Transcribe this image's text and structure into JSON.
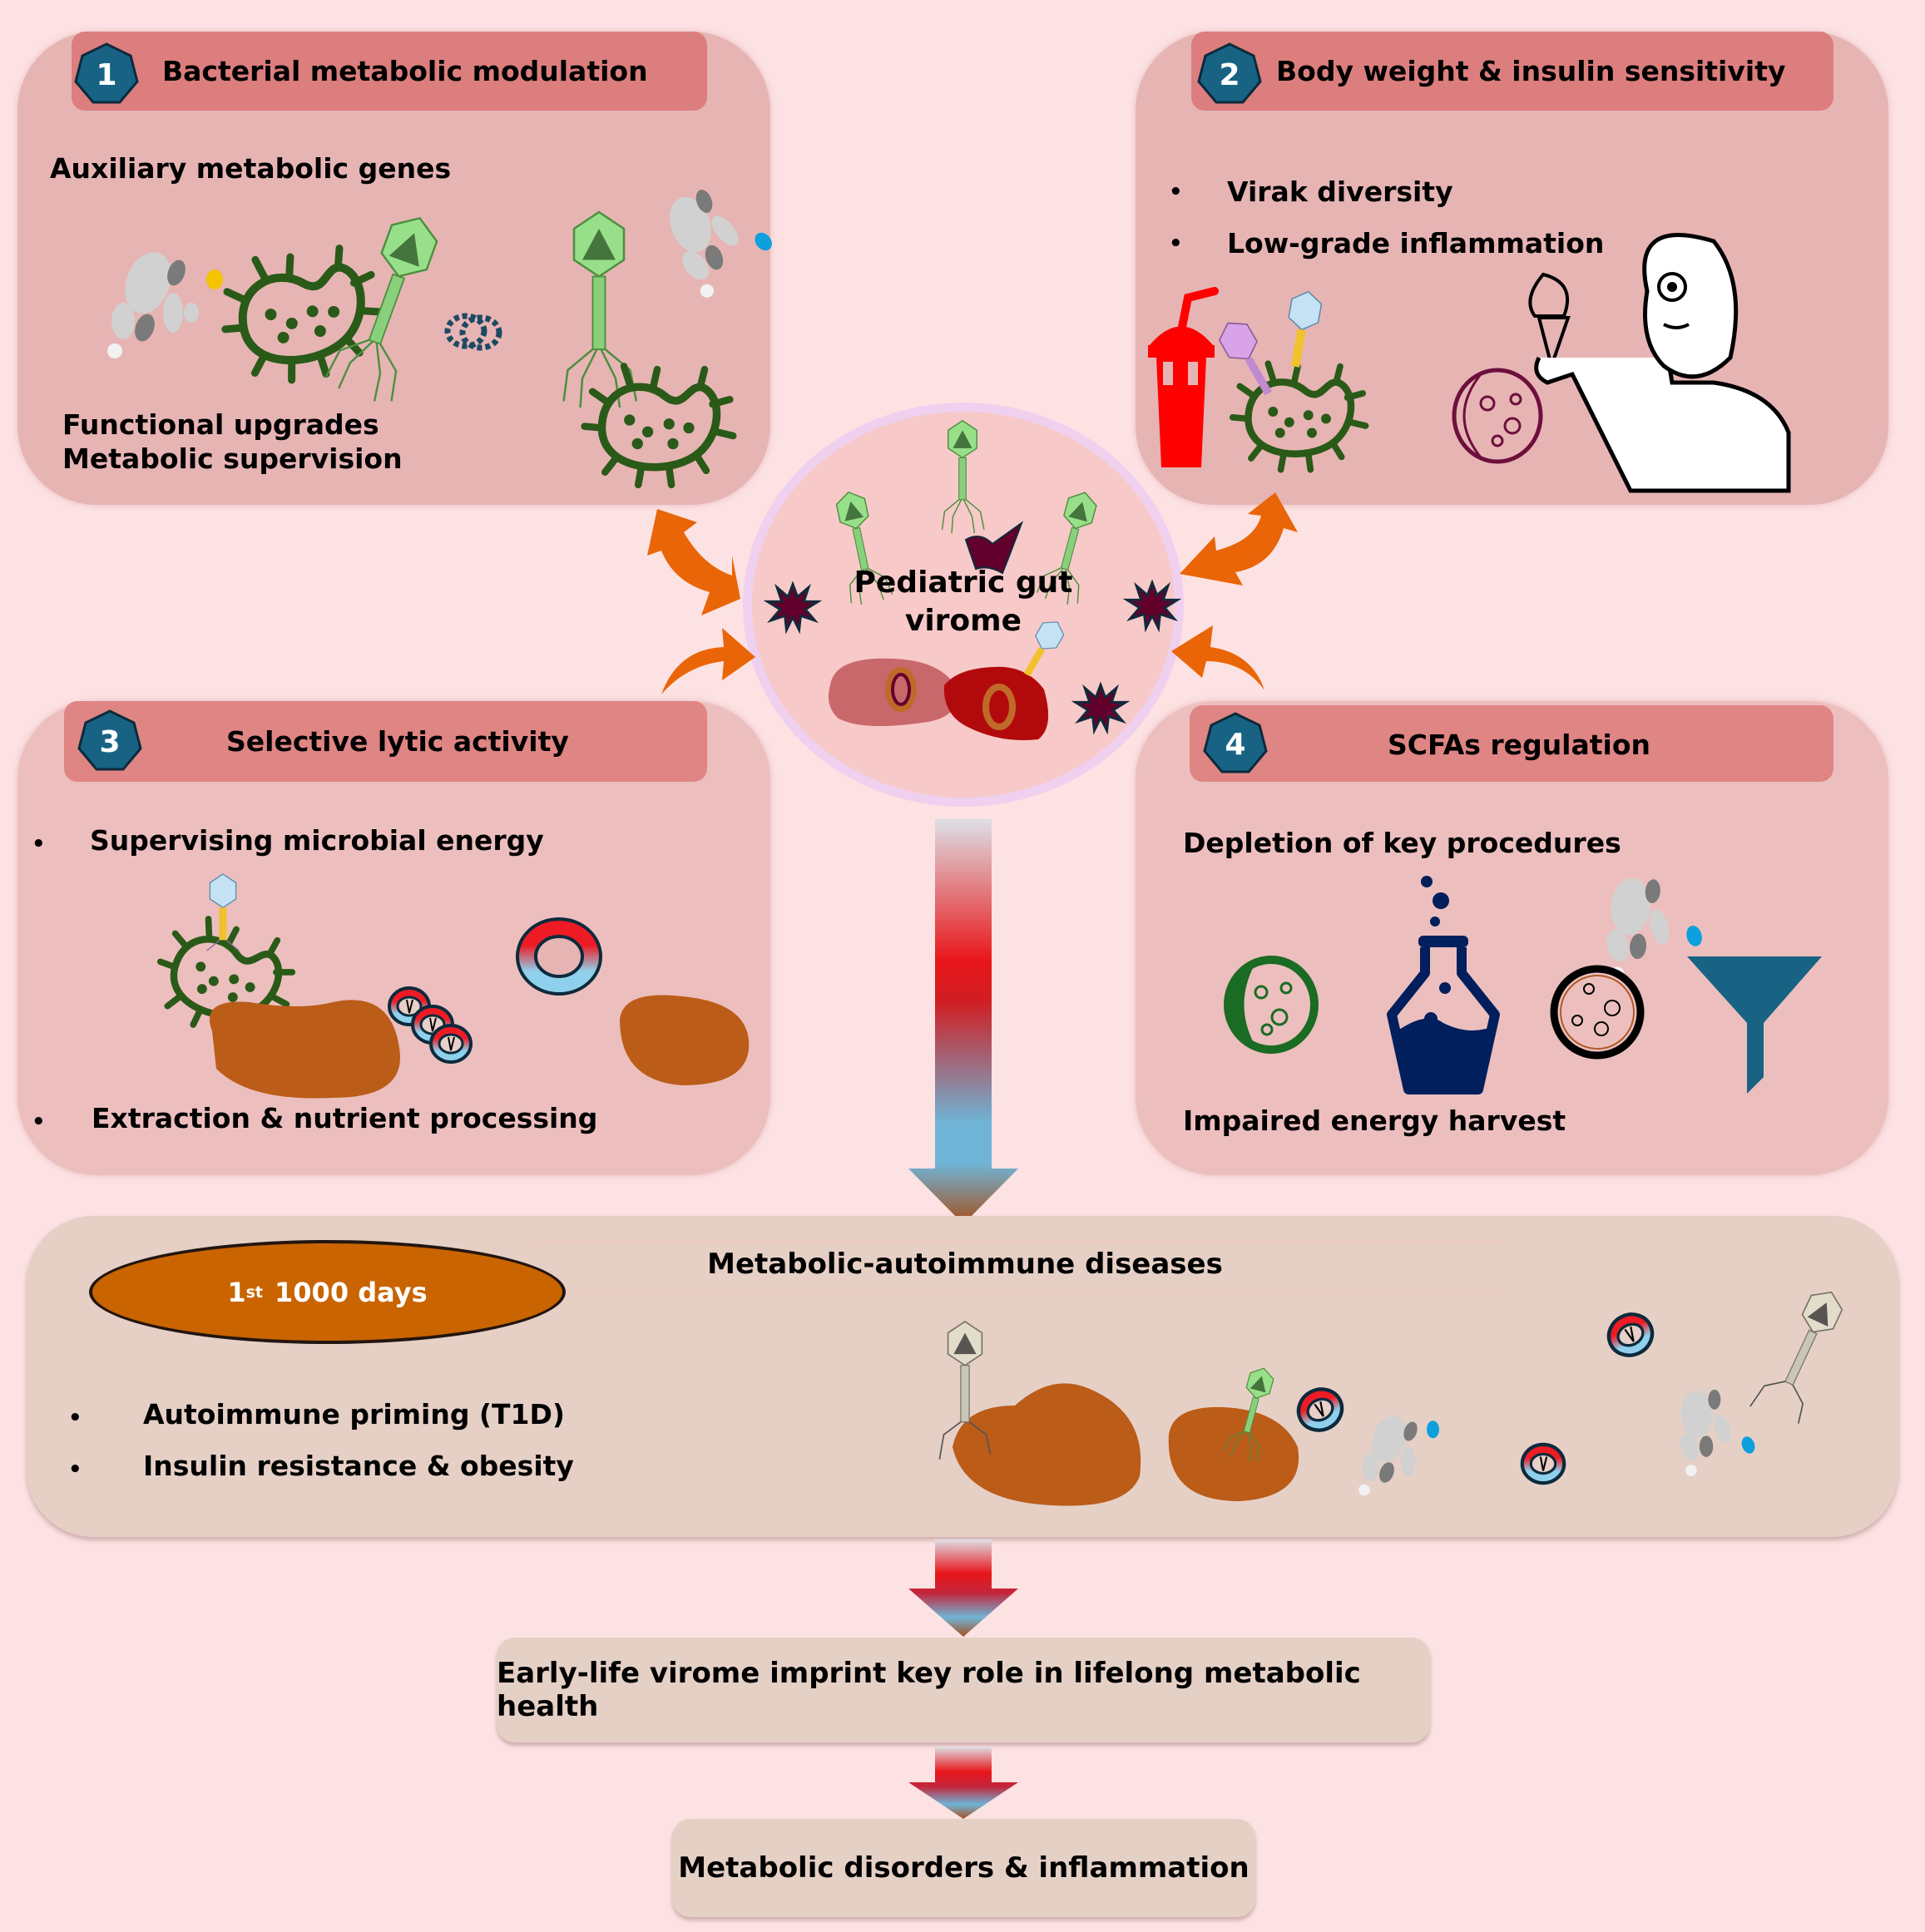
{
  "center": {
    "title_line1": "Pediatric gut",
    "title_line2": "virome"
  },
  "panels": [
    {
      "number": "1",
      "title": "Bacterial metabolic modulation",
      "subtitle": "Auxiliary metabolic genes",
      "footer_lines": [
        "Functional upgrades",
        "Metabolic supervision"
      ],
      "icons": [
        "metabolite-cluster-icon",
        "bacterium-icon",
        "bacteriophage-icon",
        "dna-plasmid-icon",
        "bacteriophage-icon",
        "bacterium-icon"
      ]
    },
    {
      "number": "2",
      "title": "Body weight & insulin sensitivity",
      "bullets": [
        "Virak diversity",
        "Low-grade inflammation"
      ],
      "icons": [
        "soft-drink-cup-icon",
        "bacteriophage-icon",
        "bacterium-icon",
        "cell-icon",
        "child-with-ice-cream-icon"
      ]
    },
    {
      "number": "3",
      "title": "Selective lytic activity",
      "bullets": [
        "Supervising microbial energy",
        "Extraction & nutrient processing"
      ],
      "icons": [
        "bacteriophage-icon",
        "bacterium-icon",
        "tissue-blob-icon",
        "red-blood-cell-icon",
        "tissue-blob-icon"
      ]
    },
    {
      "number": "4",
      "title": "SCFAs regulation",
      "subtitle": "Depletion of key procedures",
      "footer": "Impaired energy harvest",
      "icons": [
        "cell-icon",
        "flask-icon",
        "metabolite-cluster-icon",
        "petri-dish-icon",
        "funnel-icon"
      ]
    }
  ],
  "disease_panel": {
    "badge_text": "1",
    "badge_superscript": "st",
    "badge_rest": "1000 days",
    "title": "Metabolic-autoimmune diseases",
    "bullets": [
      "Autoimmune priming (T1D)",
      "Insulin resistance & obesity"
    ]
  },
  "flow": [
    "Early-life virome imprint key role in lifelong metabolic health",
    "Metabolic disorders & inflammation"
  ],
  "bullet_char": "•",
  "colors": {
    "background": "#fde2e3",
    "panel": "#e7b4b4",
    "header_band": "#db7e7d",
    "badge": "#186384",
    "arrow_orange": "#e96507",
    "bacterium_green": "#2a5a18",
    "ellipse_orange": "#c96400",
    "disease_panel": "#e6d0c6"
  }
}
